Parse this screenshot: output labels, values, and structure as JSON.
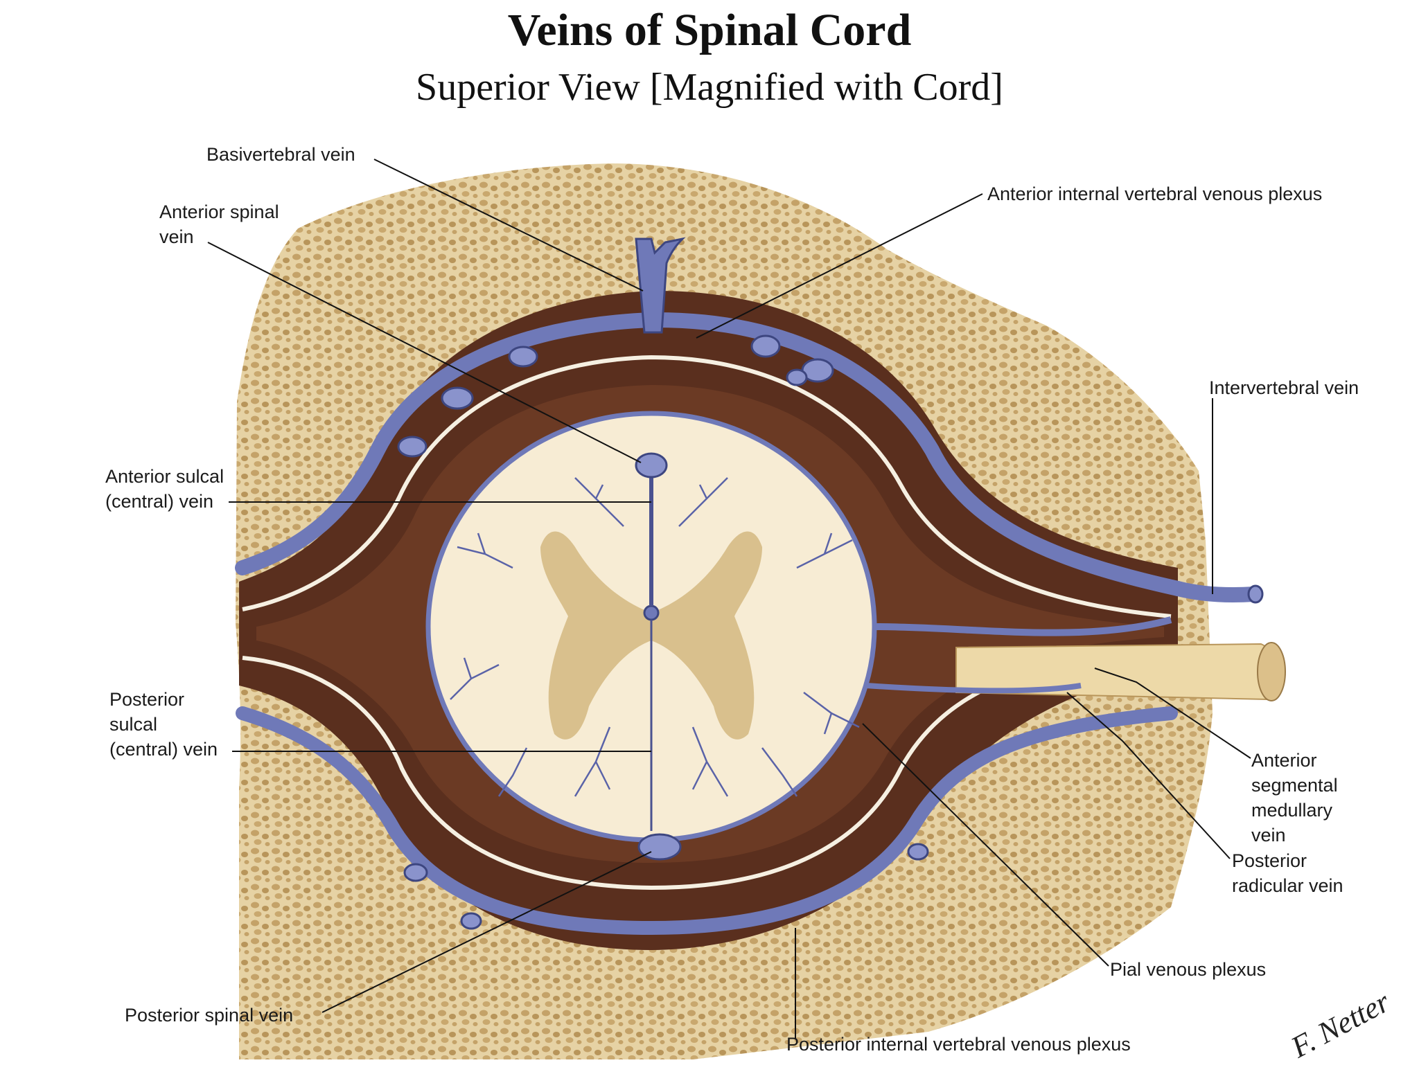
{
  "title": "Veins of Spinal Cord",
  "subtitle": "Superior View [Magnified with Cord]",
  "labels": {
    "basivertebral": "Basivertebral vein",
    "anterior_spinal": "Anterior spinal\nvein",
    "anterior_internal_plexus": "Anterior internal vertebral venous plexus",
    "intervertebral": "Intervertebral vein",
    "anterior_sulcal": "Anterior sulcal\n(central) vein",
    "posterior_sulcal": "Posterior\nsulcal\n(central) vein",
    "anterior_segmental": "Anterior\nsegmental\nmedullary\nvein",
    "posterior_radicular": "Posterior\nradicular vein",
    "pial_plexus": "Pial venous plexus",
    "posterior_spinal": "Posterior spinal vein",
    "posterior_internal_plexus": "Posterior internal vertebral venous plexus"
  },
  "signature": "F. Netter",
  "colors": {
    "bone": "#e6d2a4",
    "bone_pores": "#c4a268",
    "epidural_fat": "#5a2f1e",
    "vein_blue": "#6f79b8",
    "vein_dark": "#3d4680",
    "cord_white": "#f7ecd4",
    "gray_matter": "#d4b880",
    "membrane": "#f6f0e2",
    "nerve_root": "#edd9a8"
  }
}
